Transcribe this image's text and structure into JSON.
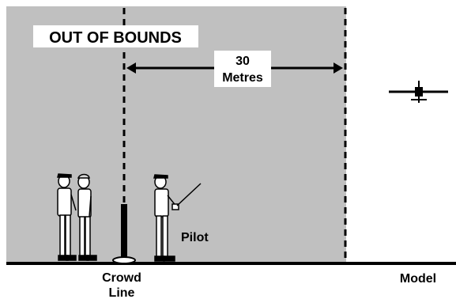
{
  "out_of_bounds_label": "OUT OF BOUNDS",
  "distance": {
    "value": "30",
    "unit": "Metres"
  },
  "crowd_line_label": {
    "line1": "Crowd",
    "line2": "Line"
  },
  "pilot_label": "Pilot",
  "model_label": "Model",
  "colors": {
    "out_of_bounds_area": "#c0c0c0",
    "ground": "#000000",
    "label_background": "#ffffff"
  },
  "icons": {
    "spectators": "person-icon",
    "pilot": "pilot-icon",
    "model": "model-aircraft-icon",
    "crowd_line_post": "post-icon"
  }
}
